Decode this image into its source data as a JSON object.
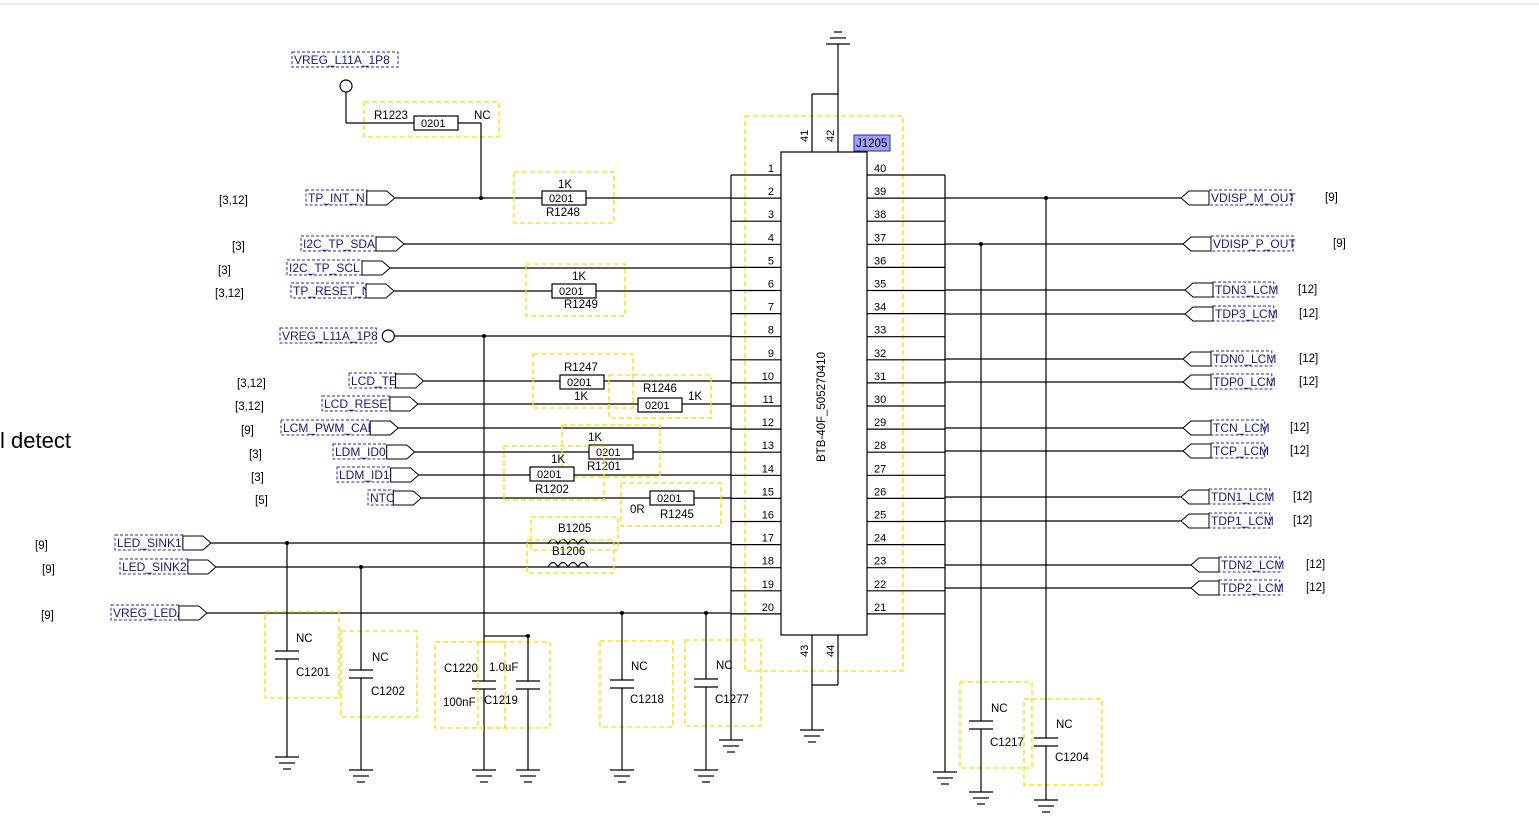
{
  "fragment_text": "l detect",
  "connector": {
    "ref": "J1205",
    "part": "BTB-40F_505270410",
    "pins_left": [
      "1",
      "2",
      "3",
      "4",
      "5",
      "6",
      "7",
      "8",
      "9",
      "10",
      "11",
      "12",
      "13",
      "14",
      "15",
      "16",
      "17",
      "18",
      "19",
      "20"
    ],
    "pins_right": [
      "40",
      "39",
      "38",
      "37",
      "36",
      "35",
      "34",
      "33",
      "32",
      "31",
      "30",
      "29",
      "28",
      "27",
      "26",
      "25",
      "24",
      "23",
      "22",
      "21"
    ],
    "pins_top": [
      "41",
      "42"
    ],
    "pins_bottom": [
      "43",
      "44"
    ]
  },
  "left_nets": [
    {
      "name": "TP_INT_N",
      "ref": "[3,12]"
    },
    {
      "name": "I2C_TP_SDA",
      "ref": "[3]"
    },
    {
      "name": "I2C_TP_SCL",
      "ref": "[3]"
    },
    {
      "name": "TP_RESET_N",
      "ref": "[3,12]"
    },
    {
      "name": "VREG_L11A_1P8",
      "ref": ""
    },
    {
      "name": "LCD_TE",
      "ref": "[3,12]"
    },
    {
      "name": "LCD_RESET",
      "ref": "[3,12]"
    },
    {
      "name": "LCM_PWM_CABC",
      "ref": "[9]"
    },
    {
      "name": "LDM_ID0",
      "ref": "[3]"
    },
    {
      "name": "LDM_ID1",
      "ref": "[3]"
    },
    {
      "name": "NTC",
      "ref": "[5]"
    },
    {
      "name": "LED_SINK1",
      "ref": "[9]"
    },
    {
      "name": "LED_SINK2",
      "ref": "[9]"
    },
    {
      "name": "VREG_LEDA",
      "ref": "[9]"
    }
  ],
  "top_rail": {
    "name": "VREG_L11A_1P8",
    "res_ref": "R1223",
    "res_pkg": "0201",
    "res_val": "NC"
  },
  "right_nets": [
    {
      "name": "VDISP_M_OUT",
      "ref": "[9]"
    },
    {
      "name": "VDISP_P_OUT",
      "ref": "[9]"
    },
    {
      "name": "TDN3_LCM",
      "ref": "[12]"
    },
    {
      "name": "TDP3_LCM",
      "ref": "[12]"
    },
    {
      "name": "TDN0_LCM",
      "ref": "[12]"
    },
    {
      "name": "TDP0_LCM",
      "ref": "[12]"
    },
    {
      "name": "TCN_LCM",
      "ref": "[12]"
    },
    {
      "name": "TCP_LCM",
      "ref": "[12]"
    },
    {
      "name": "TDN1_LCM",
      "ref": "[12]"
    },
    {
      "name": "TDP1_LCM",
      "ref": "[12]"
    },
    {
      "name": "TDN2_LCM",
      "ref": "[12]"
    },
    {
      "name": "TDP2_LCM",
      "ref": "[12]"
    }
  ],
  "resistors": [
    {
      "ref": "R1248",
      "pkg": "0201",
      "val": "1K"
    },
    {
      "ref": "R1249",
      "pkg": "0201",
      "val": "1K"
    },
    {
      "ref": "R1247",
      "pkg": "0201",
      "val": "1K"
    },
    {
      "ref": "R1246",
      "pkg": "0201",
      "val": "1K"
    },
    {
      "ref": "R1201",
      "pkg": "0201",
      "val": "1K"
    },
    {
      "ref": "R1202",
      "pkg": "0201",
      "val": "1K"
    },
    {
      "ref": "R1245",
      "pkg": "0201",
      "val": "0R"
    }
  ],
  "beads": [
    {
      "ref": "B1205"
    },
    {
      "ref": "B1206"
    }
  ],
  "capacitors": [
    {
      "ref": "C1201",
      "val": "NC"
    },
    {
      "ref": "C1202",
      "val": "NC"
    },
    {
      "ref": "C1220",
      "val": "100nF"
    },
    {
      "ref": "C1219",
      "val": "1.0uF"
    },
    {
      "ref": "C1218",
      "val": "NC"
    },
    {
      "ref": "C1277",
      "val": "NC"
    },
    {
      "ref": "C1217",
      "val": "NC"
    },
    {
      "ref": "C1204",
      "val": "NC"
    }
  ]
}
